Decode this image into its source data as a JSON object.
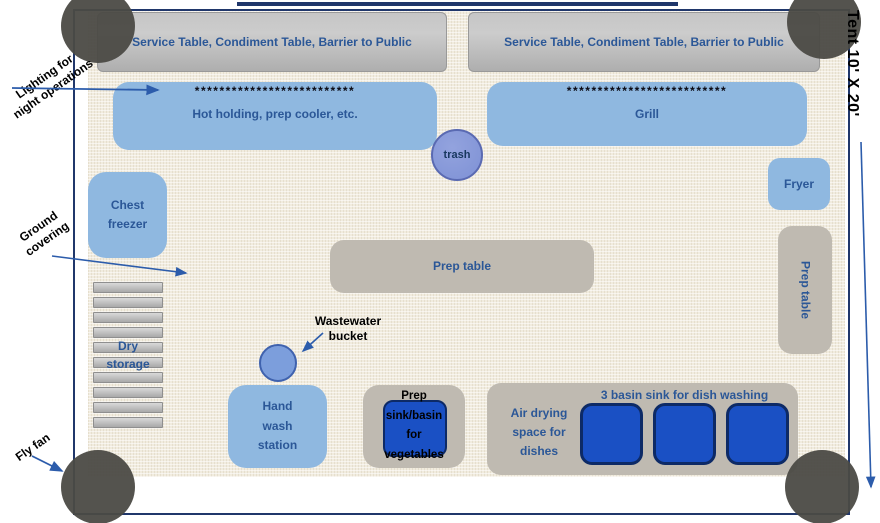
{
  "tent": {
    "size_label": "Tent 10' X 20'"
  },
  "annotations": {
    "lighting": {
      "line1": "Lighting for",
      "line2": "night operations"
    },
    "ground": {
      "line1": "Ground",
      "line2": "covering"
    },
    "flyfan": {
      "label": "Fly fan"
    },
    "wastewater": {
      "line1": "Wastewater",
      "line2": "bucket"
    }
  },
  "zones": {
    "service_left": {
      "label": "Service Table, Condiment Table, Barrier to Public"
    },
    "service_right": {
      "label": "Service Table, Condiment Table, Barrier to Public"
    },
    "hot_holding": {
      "asterisks": "**************************",
      "label": "Hot holding, prep cooler, etc."
    },
    "grill": {
      "asterisks": "**************************",
      "label": "Grill"
    },
    "trash": {
      "label": "trash"
    },
    "chest_freezer": {
      "line1": "Chest",
      "line2": "freezer"
    },
    "fryer": {
      "label": "Fryer"
    },
    "prep_table_center": {
      "label": "Prep table"
    },
    "prep_table_right": {
      "label": "Prep table"
    },
    "dry_storage": {
      "line1": "Dry",
      "line2": "storage",
      "shelf_count": 10
    },
    "hand_wash": {
      "line1": "Hand",
      "line2": "wash",
      "line3": "station"
    },
    "prep_sink": {
      "line1": "Prep",
      "line2": "sink/basin",
      "line3": "for",
      "line4": "vegetables"
    },
    "dish_area": {
      "sink_label": "3 basin sink for dish washing",
      "air_line1": "Air drying",
      "air_line2": "space for",
      "air_line3": "dishes",
      "basin_count": 3
    }
  },
  "colors": {
    "navy": "#20376b",
    "text-blue": "#2b5797",
    "light-blue": "#8fb8e0",
    "basin-blue": "#1a50c4",
    "basin-border": "#0d2a66",
    "warm-gray": "#bfbab1",
    "corner-gray": "#4b4a45",
    "arrow-blue": "#2c5cab",
    "floor": "#f1ecdf"
  }
}
